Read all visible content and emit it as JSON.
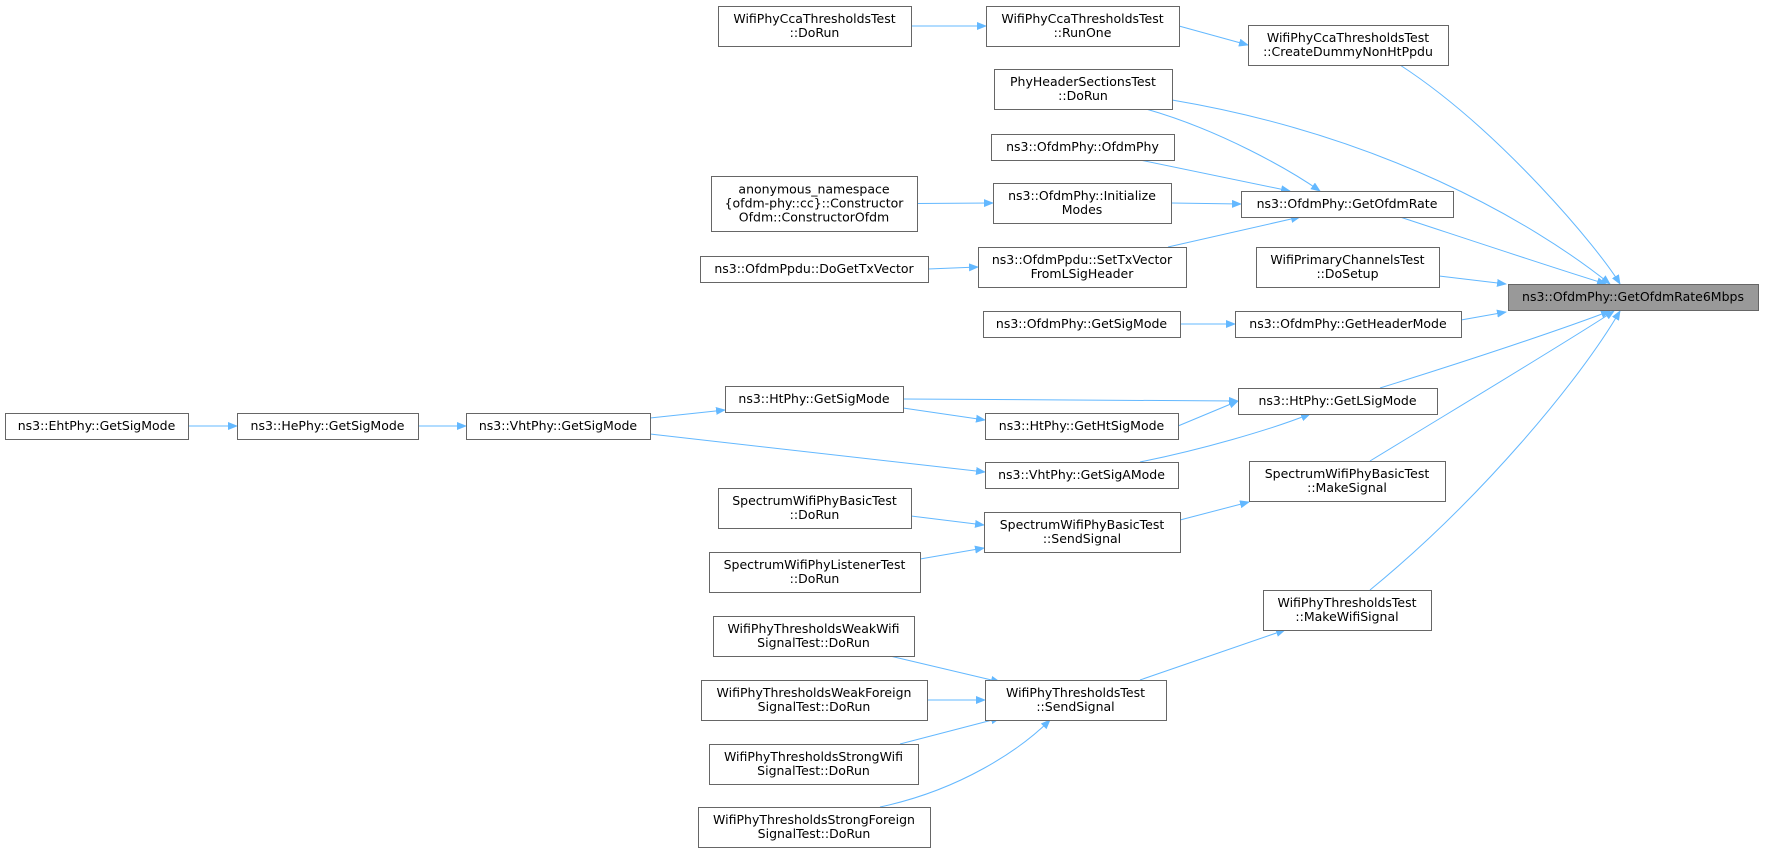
{
  "diagram": {
    "title": "",
    "colors": {
      "edge": "#63b8ff",
      "node_border": "#666666",
      "root_fill": "#999999",
      "node_fill": "#ffffff"
    },
    "nodes": [
      {
        "id": "root",
        "lines": [
          "ns3::OfdmPhy::GetOfdmRate6Mbps"
        ],
        "root": true
      },
      {
        "id": "cca_create",
        "lines": [
          "WifiPhyCcaThresholdsTest",
          "::CreateDummyNonHtPpdu"
        ]
      },
      {
        "id": "cca_runone",
        "lines": [
          "WifiPhyCcaThresholdsTest",
          "::RunOne"
        ]
      },
      {
        "id": "cca_dorun",
        "lines": [
          "WifiPhyCcaThresholdsTest",
          "::DoRun"
        ]
      },
      {
        "id": "phyheader_dorun",
        "lines": [
          "PhyHeaderSectionsTest",
          "::DoRun"
        ]
      },
      {
        "id": "getofdmrate",
        "lines": [
          "ns3::OfdmPhy::GetOfdmRate"
        ]
      },
      {
        "id": "ofdmphy_ctor",
        "lines": [
          "ns3::OfdmPhy::OfdmPhy"
        ]
      },
      {
        "id": "initmodes",
        "lines": [
          "ns3::OfdmPhy::Initialize",
          "Modes"
        ]
      },
      {
        "id": "anon_ctor",
        "lines": [
          "anonymous_namespace",
          "{ofdm-phy::cc}::Constructor",
          "Ofdm::ConstructorOfdm"
        ]
      },
      {
        "id": "settxvector",
        "lines": [
          "ns3::OfdmPpdu::SetTxVector",
          "FromLSigHeader"
        ]
      },
      {
        "id": "dogettxvector",
        "lines": [
          "ns3::OfdmPpdu::DoGetTxVector"
        ]
      },
      {
        "id": "primary_setup",
        "lines": [
          "WifiPrimaryChannelsTest",
          "::DoSetup"
        ]
      },
      {
        "id": "getheadermode",
        "lines": [
          "ns3::OfdmPhy::GetHeaderMode"
        ]
      },
      {
        "id": "ofdm_getsigmode",
        "lines": [
          "ns3::OfdmPhy::GetSigMode"
        ]
      },
      {
        "id": "getlsigmode",
        "lines": [
          "ns3::HtPhy::GetLSigMode"
        ]
      },
      {
        "id": "ht_getsigmode",
        "lines": [
          "ns3::HtPhy::GetSigMode"
        ]
      },
      {
        "id": "ht_gethtsigmode",
        "lines": [
          "ns3::HtPhy::GetHtSigMode"
        ]
      },
      {
        "id": "vht_getsigamode",
        "lines": [
          "ns3::VhtPhy::GetSigAMode"
        ]
      },
      {
        "id": "vht_getsigmode",
        "lines": [
          "ns3::VhtPhy::GetSigMode"
        ]
      },
      {
        "id": "he_getsigmode",
        "lines": [
          "ns3::HePhy::GetSigMode"
        ]
      },
      {
        "id": "eht_getsigmode",
        "lines": [
          "ns3::EhtPhy::GetSigMode"
        ]
      },
      {
        "id": "swpb_makesignal",
        "lines": [
          "SpectrumWifiPhyBasicTest",
          "::MakeSignal"
        ]
      },
      {
        "id": "swpb_sendsignal",
        "lines": [
          "SpectrumWifiPhyBasicTest",
          "::SendSignal"
        ]
      },
      {
        "id": "swpb_dorun",
        "lines": [
          "SpectrumWifiPhyBasicTest",
          "::DoRun"
        ]
      },
      {
        "id": "swpl_dorun",
        "lines": [
          "SpectrumWifiPhyListenerTest",
          "::DoRun"
        ]
      },
      {
        "id": "wpt_makewifisignal",
        "lines": [
          "WifiPhyThresholdsTest",
          "::MakeWifiSignal"
        ]
      },
      {
        "id": "wpt_sendsignal",
        "lines": [
          "WifiPhyThresholdsTest",
          "::SendSignal"
        ]
      },
      {
        "id": "wpt_weakwifi",
        "lines": [
          "WifiPhyThresholdsWeakWifi",
          "SignalTest::DoRun"
        ]
      },
      {
        "id": "wpt_weakforeign",
        "lines": [
          "WifiPhyThresholdsWeakForeign",
          "SignalTest::DoRun"
        ]
      },
      {
        "id": "wpt_strongwifi",
        "lines": [
          "WifiPhyThresholdsStrongWifi",
          "SignalTest::DoRun"
        ]
      },
      {
        "id": "wpt_strongforeign",
        "lines": [
          "WifiPhyThresholdsStrongForeign",
          "SignalTest::DoRun"
        ]
      }
    ],
    "edges": [
      [
        "cca_create",
        "root"
      ],
      [
        "phyheader_dorun",
        "root"
      ],
      [
        "getofdmrate",
        "root"
      ],
      [
        "primary_setup",
        "root"
      ],
      [
        "getheadermode",
        "root"
      ],
      [
        "getlsigmode",
        "root"
      ],
      [
        "swpb_makesignal",
        "root"
      ],
      [
        "wpt_makewifisignal",
        "root"
      ],
      [
        "cca_runone",
        "cca_create"
      ],
      [
        "cca_dorun",
        "cca_runone"
      ],
      [
        "phyheader_dorun",
        "getofdmrate"
      ],
      [
        "ofdmphy_ctor",
        "getofdmrate"
      ],
      [
        "initmodes",
        "getofdmrate"
      ],
      [
        "settxvector",
        "getofdmrate"
      ],
      [
        "anon_ctor",
        "initmodes"
      ],
      [
        "dogettxvector",
        "settxvector"
      ],
      [
        "ofdm_getsigmode",
        "getheadermode"
      ],
      [
        "ht_getsigmode",
        "getlsigmode"
      ],
      [
        "ht_gethtsigmode",
        "getlsigmode"
      ],
      [
        "vht_getsigamode",
        "getlsigmode"
      ],
      [
        "ht_getsigmode",
        "ht_gethtsigmode"
      ],
      [
        "vht_getsigmode",
        "ht_getsigmode"
      ],
      [
        "vht_getsigmode",
        "vht_getsigamode"
      ],
      [
        "he_getsigmode",
        "vht_getsigmode"
      ],
      [
        "eht_getsigmode",
        "he_getsigmode"
      ],
      [
        "swpb_sendsignal",
        "swpb_makesignal"
      ],
      [
        "swpb_dorun",
        "swpb_sendsignal"
      ],
      [
        "swpl_dorun",
        "swpb_sendsignal"
      ],
      [
        "wpt_sendsignal",
        "wpt_makewifisignal"
      ],
      [
        "wpt_weakwifi",
        "wpt_sendsignal"
      ],
      [
        "wpt_weakforeign",
        "wpt_sendsignal"
      ],
      [
        "wpt_strongwifi",
        "wpt_sendsignal"
      ],
      [
        "wpt_strongforeign",
        "wpt_sendsignal"
      ]
    ]
  }
}
